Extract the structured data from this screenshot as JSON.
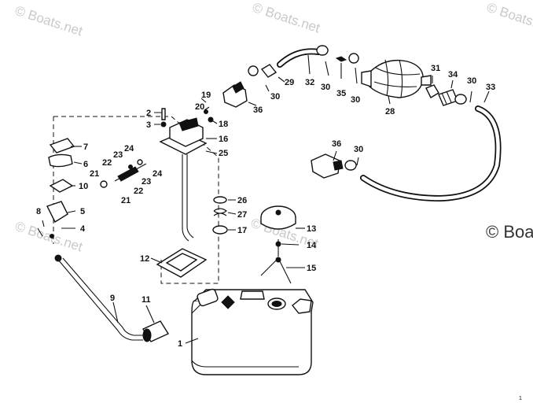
{
  "watermarks": [
    "© Boats.net",
    "© Boats.net",
    "© Boats.net",
    "© Boats.net",
    "© Boats.net",
    "© Boa"
  ],
  "page_mark": "1",
  "callouts": {
    "c1": "1",
    "c2": "2",
    "c3": "3",
    "c4": "4",
    "c5": "5",
    "c6": "6",
    "c7": "7",
    "c8": "8",
    "c9": "9",
    "c10": "10",
    "c11": "11",
    "c12": "12",
    "c13": "13",
    "c14": "14",
    "c15": "15",
    "c16": "16",
    "c17": "17",
    "c18": "18",
    "c19": "19",
    "c20": "20",
    "c21a": "21",
    "c21b": "21",
    "c22a": "22",
    "c22b": "22",
    "c23a": "23",
    "c23b": "23",
    "c24a": "24",
    "c24b": "24",
    "c25": "25",
    "c26": "26",
    "c27": "27",
    "c28": "28",
    "c29": "29",
    "c30a": "30",
    "c30b": "30",
    "c30c": "30",
    "c30d": "30",
    "c30e": "30",
    "c31": "31",
    "c32": "32",
    "c33": "33",
    "c34": "34",
    "c35": "35",
    "c36a": "36",
    "c36b": "36"
  }
}
